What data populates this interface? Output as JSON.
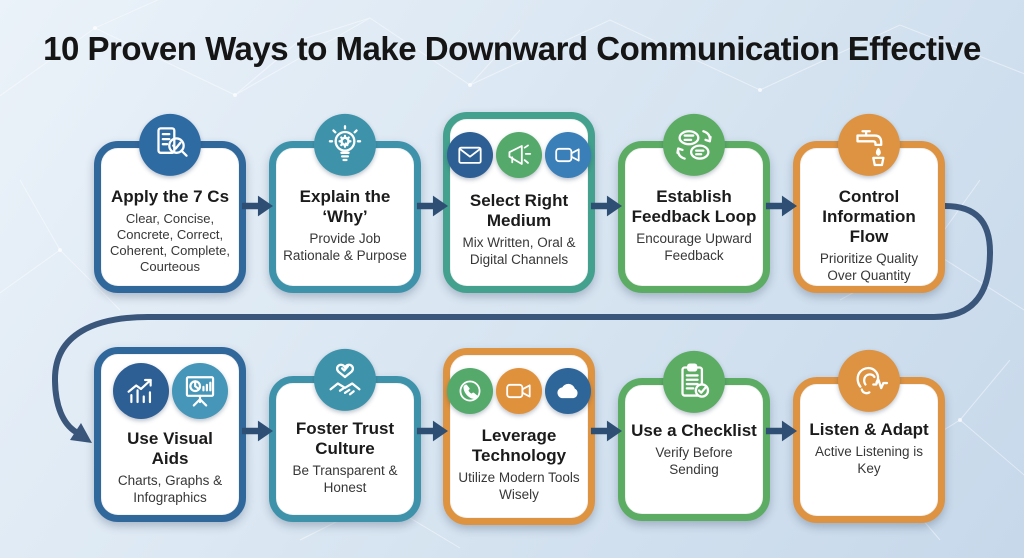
{
  "title": "10 Proven Ways to Make Downward Communication Effective",
  "colors": {
    "background_top": "#ebf2f9",
    "background_bottom": "#c6d8ea",
    "connector": "#3a567a",
    "arrow": "#2e4e74",
    "card_fill": "#ffffff",
    "title_text": "#151515"
  },
  "cards": [
    {
      "title": "Apply the 7 Cs",
      "subtitle": "Clear, Concise, Concrete, Correct, Coherent, Complete, Courteous",
      "accent": "#31689c",
      "icons": [
        {
          "name": "checklist-magnifier-icon",
          "color": "#2f6ba3"
        }
      ]
    },
    {
      "title": "Explain the ‘Why’",
      "subtitle": "Provide Job Rationale & Purpose",
      "accent": "#3e93ab",
      "icons": [
        {
          "name": "lightbulb-gear-icon",
          "color": "#3e93ab"
        }
      ]
    },
    {
      "title": "Select Right Medium",
      "subtitle": "Mix Written, Oral & Digital Channels",
      "accent": "#43a18d",
      "icons": [
        {
          "name": "envelope-icon",
          "color": "#2d5f94"
        },
        {
          "name": "megaphone-icon",
          "color": "#55a96b"
        },
        {
          "name": "video-camera-icon",
          "color": "#3a7fb8"
        }
      ]
    },
    {
      "title": "Establish Feedback Loop",
      "subtitle": "Encourage Upward Feedback",
      "accent": "#5cac63",
      "icons": [
        {
          "name": "feedback-loop-icon",
          "color": "#5cac63"
        }
      ]
    },
    {
      "title": "Control Information Flow",
      "subtitle": "Prioritize Quality Over Quantity",
      "accent": "#dd9341",
      "icons": [
        {
          "name": "faucet-icon",
          "color": "#dd9341"
        }
      ]
    },
    {
      "title": "Use Visual Aids",
      "subtitle": "Charts, Graphs & Infographics",
      "accent": "#31689c",
      "icons": [
        {
          "name": "bar-chart-growth-icon",
          "color": "#2d5f94"
        },
        {
          "name": "presentation-board-icon",
          "color": "#4596b8"
        }
      ]
    },
    {
      "title": "Foster Trust Culture",
      "subtitle": "Be Transparent & Honest",
      "accent": "#3e93ab",
      "icons": [
        {
          "name": "handshake-heart-icon",
          "color": "#3e93ab"
        }
      ]
    },
    {
      "title": "Leverage Technology",
      "subtitle": "Utilize Modern Tools Wisely",
      "accent": "#de9340",
      "icons": [
        {
          "name": "phone-chat-icon",
          "color": "#55a96b"
        },
        {
          "name": "video-camera-icon",
          "color": "#e0913c"
        },
        {
          "name": "cloud-icon",
          "color": "#2f6699"
        }
      ]
    },
    {
      "title": "Use a Checklist",
      "subtitle": "Verify Before Sending",
      "accent": "#5cac63",
      "icons": [
        {
          "name": "clipboard-check-icon",
          "color": "#5cac63"
        }
      ]
    },
    {
      "title": "Listen & Adapt",
      "subtitle": "Active Listening is Key",
      "accent": "#dd9341",
      "icons": [
        {
          "name": "ear-wave-icon",
          "color": "#dd9341"
        }
      ]
    }
  ]
}
